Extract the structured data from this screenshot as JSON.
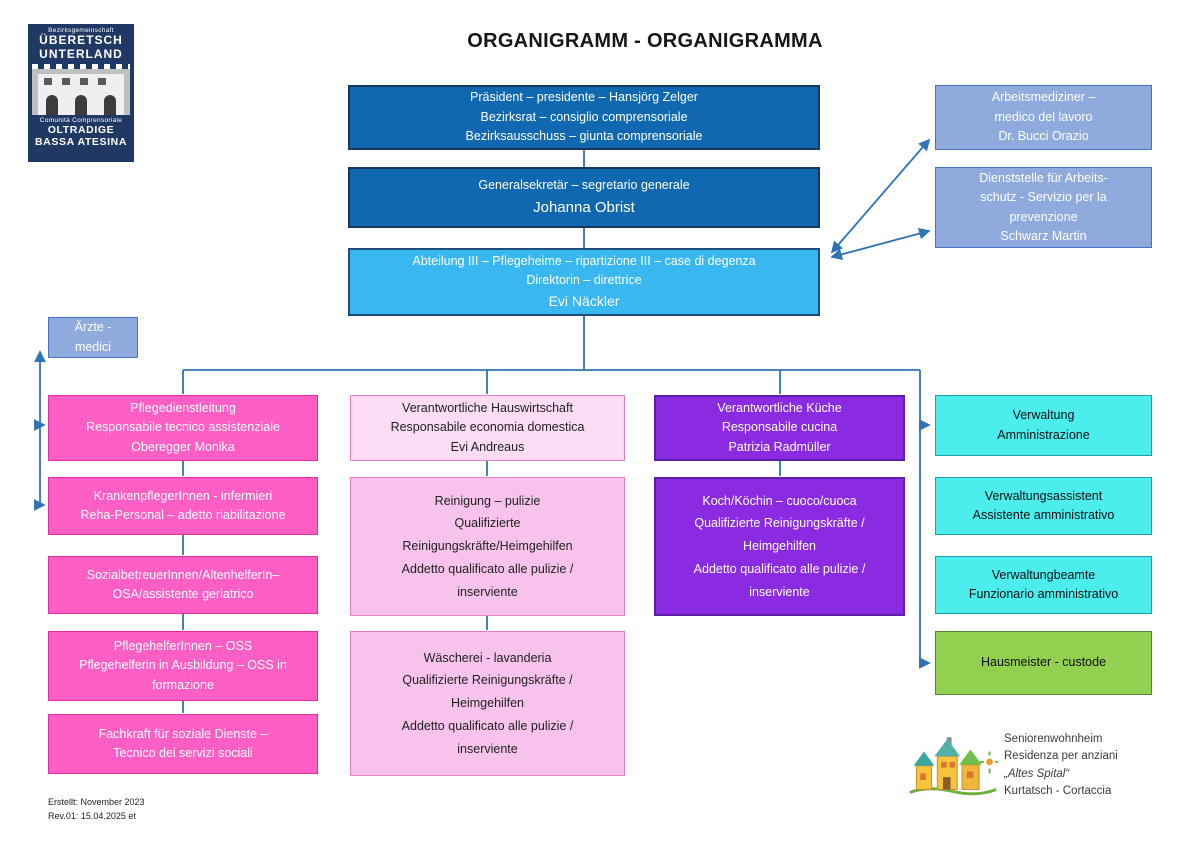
{
  "meta": {
    "title": "ORGANIGRAMM - ORGANIGRAMMA",
    "footer_line1": "Erstellt: November 2023",
    "footer_line2": "Rev.01: 15.04.2025 et"
  },
  "logo_left": {
    "org_de_small": "Bezirksgemeinschaft",
    "org_de_line1": "ÜBERETSCH",
    "org_de_line2": "UNTERLAND",
    "org_it_small": "Comunità Comprensoriale",
    "org_it_line1": "OLTRADIGE",
    "org_it_line2": "BASSA ATESINA"
  },
  "logo_right": {
    "line1": "Seniorenwohnheim",
    "line2": "Residenza per anziani",
    "line3": "„Altes Spital“",
    "line4": "Kurtatsch - Cortaccia"
  },
  "palette": {
    "dark_blue": "#1068B0",
    "sky_blue": "#38B7F0",
    "periwinkle": "#8FAADC",
    "pink": "#FF5EC4",
    "light_pink": "#F7C3EC",
    "lighter_pink": "#FBDCF4",
    "purple": "#8A2BE2",
    "cyan": "#4BEDED",
    "green": "#92D050",
    "connector_blue": "#2E74B5"
  },
  "nodes": {
    "president": {
      "lines": [
        "Präsident – presidente – Hansjörg Zelger",
        "Bezirksrat – consiglio comprensoriale",
        "Bezirksausschuss – giunta comprensoriale"
      ]
    },
    "secretary": {
      "lines": [
        "Generalsekretär – segretario generale",
        "Johanna Obrist"
      ]
    },
    "department": {
      "lines": [
        "Abteilung III – Pflegeheime – ripartizione III – case di degenza",
        "Direktorin – direttrice",
        "Evi Näckler"
      ]
    },
    "occupational_physician": {
      "lines": [
        "Arbeitsmediziner –",
        "medico del lavoro",
        "Dr. Bucci Orazio"
      ]
    },
    "safety_office": {
      "lines": [
        "Dienststelle für Arbeits-",
        "schutz - Servizio per la",
        "prevenzione",
        "Schwarz Martin"
      ]
    },
    "doctors": {
      "lines": [
        "Ärzte -",
        "medici"
      ]
    },
    "care_lead": {
      "lines": [
        "Pflegedienstleitung",
        "Responsabile tecnico assistenziale",
        "Oberegger Monika"
      ]
    },
    "nurses": {
      "lines": [
        "KrankenpflegerInnen - infermieri",
        "Reha-Personal – adetto riabilitazione"
      ]
    },
    "social_carers": {
      "lines": [
        "SozialbetreuerInnen/AltenhelferIn–",
        "OSA/assistente geriatrico"
      ]
    },
    "care_helpers": {
      "lines": [
        "PflegehelferInnen – OSS",
        "Pflegehelferin in Ausbildung – OSS in",
        "formazione"
      ]
    },
    "social_services": {
      "lines": [
        "Fachkraft für soziale Dienste –",
        "Tecnico dei servizi sociali"
      ]
    },
    "housekeeping_lead": {
      "lines": [
        "Verantwortliche  Hauswirtschaft",
        "Responsabile economia domestica",
        "Evi Andreaus"
      ]
    },
    "cleaning": {
      "lines": [
        "Reinigung – pulizie",
        "Qualifizierte",
        "Reinigungskräfte/Heimgehilfen",
        "Addetto qualificato alle pulizie /",
        "inserviente"
      ]
    },
    "laundry": {
      "lines": [
        "Wäscherei - lavanderia",
        "Qualifizierte  Reinigungskräfte /",
        "Heimgehilfen",
        "Addetto qualificato alle pulizie /",
        "inserviente"
      ]
    },
    "kitchen_lead": {
      "lines": [
        "Verantwortliche Küche",
        "Responsabile cucina",
        "Patrizia Radmüller"
      ]
    },
    "cooks": {
      "lines": [
        "Koch/Köchin – cuoco/cuoca",
        "Qualifizierte  Reinigungskräfte  /",
        "Heimgehilfen",
        "Addetto qualificato alle pulizie /",
        "inserviente"
      ]
    },
    "administration": {
      "lines": [
        "Verwaltung",
        "Amministrazione"
      ]
    },
    "admin_assistant": {
      "lines": [
        "Verwaltungsassistent",
        "Assistente amministrativo"
      ]
    },
    "admin_officer": {
      "lines": [
        "Verwaltungbeamte",
        "Funzionario amministrativo"
      ]
    },
    "caretaker": {
      "lines": [
        "Hausmeister - custode"
      ]
    }
  }
}
